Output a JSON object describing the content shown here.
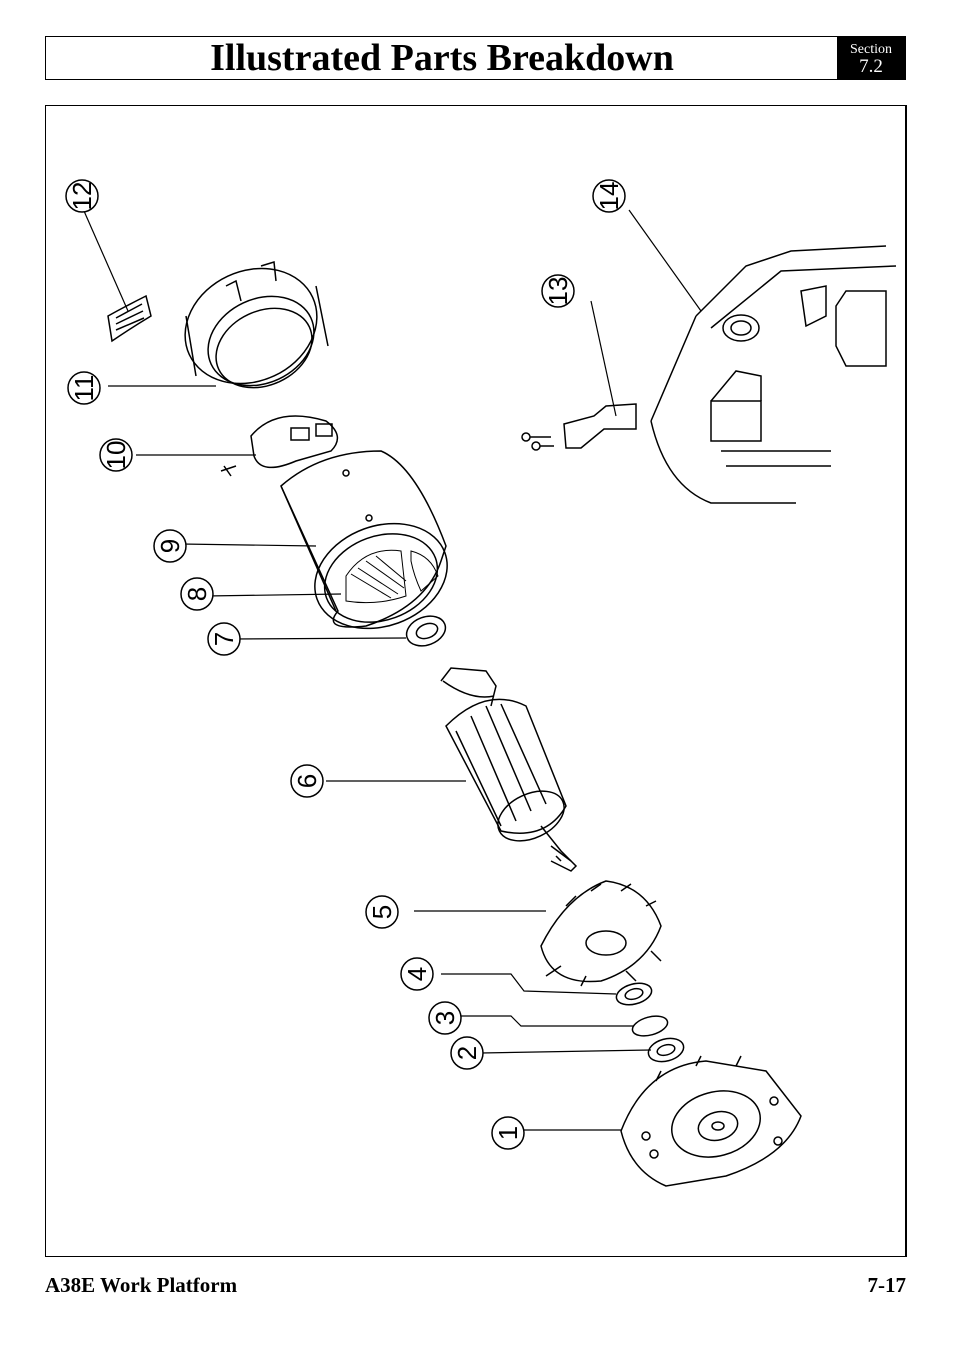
{
  "header": {
    "title": "Illustrated Parts Breakdown",
    "section_label": "Section",
    "section_number": "7.2"
  },
  "figure": {
    "callouts": [
      "1",
      "2",
      "3",
      "4",
      "5",
      "6",
      "7",
      "8",
      "9",
      "10",
      "11",
      "12",
      "13",
      "14"
    ]
  },
  "footer": {
    "product": "A38E Work Platform",
    "page_number": "7-17"
  }
}
